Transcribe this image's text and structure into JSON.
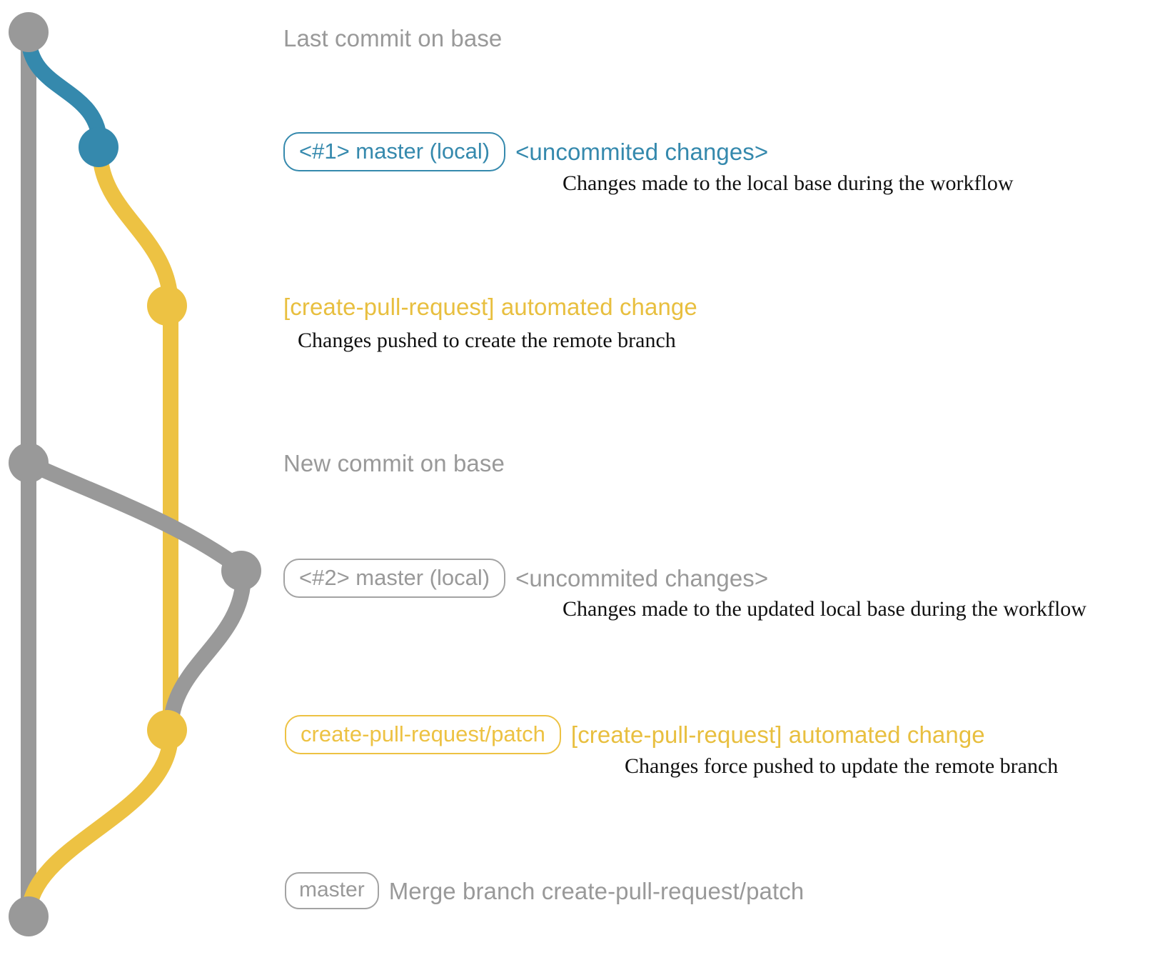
{
  "diagram": {
    "title": "git branch graph for create-pull-request workflow",
    "colors": {
      "base": "#999999",
      "local_branch": "#3589ad",
      "patch_branch": "#edc243",
      "description_text": "#111111",
      "background": "#ffffff"
    }
  },
  "entries": [
    {
      "id": "last-commit-on-base",
      "badge": null,
      "message": "Last commit on base",
      "message_color": "gray",
      "description": null,
      "node_color": "base"
    },
    {
      "id": "master-local-1",
      "badge": "<#1> master (local)",
      "badge_color": "blue",
      "message": "<uncommited changes>",
      "message_color": "blue",
      "description": "Changes made to the local base during the workflow",
      "node_color": "local_branch"
    },
    {
      "id": "automated-change-1",
      "badge": null,
      "message": "[create-pull-request] automated change",
      "message_color": "yellow",
      "description": "Changes pushed to create the remote branch",
      "node_color": "patch_branch"
    },
    {
      "id": "new-commit-on-base",
      "badge": null,
      "message": "New commit on base",
      "message_color": "gray",
      "description": null,
      "node_color": "base"
    },
    {
      "id": "master-local-2",
      "badge": "<#2> master (local)",
      "badge_color": "gray",
      "message": "<uncommited changes>",
      "message_color": "gray",
      "description": "Changes made to the updated local base during the workflow",
      "node_color": "base"
    },
    {
      "id": "automated-change-2",
      "badge": "create-pull-request/patch",
      "badge_color": "yellow",
      "message": "[create-pull-request] automated change",
      "message_color": "yellow",
      "description": "Changes force pushed to update the remote branch",
      "node_color": "patch_branch"
    },
    {
      "id": "merge-commit",
      "badge": "master",
      "badge_color": "gray",
      "message": "Merge branch create-pull-request/patch",
      "message_color": "gray",
      "description": null,
      "node_color": "base"
    }
  ]
}
